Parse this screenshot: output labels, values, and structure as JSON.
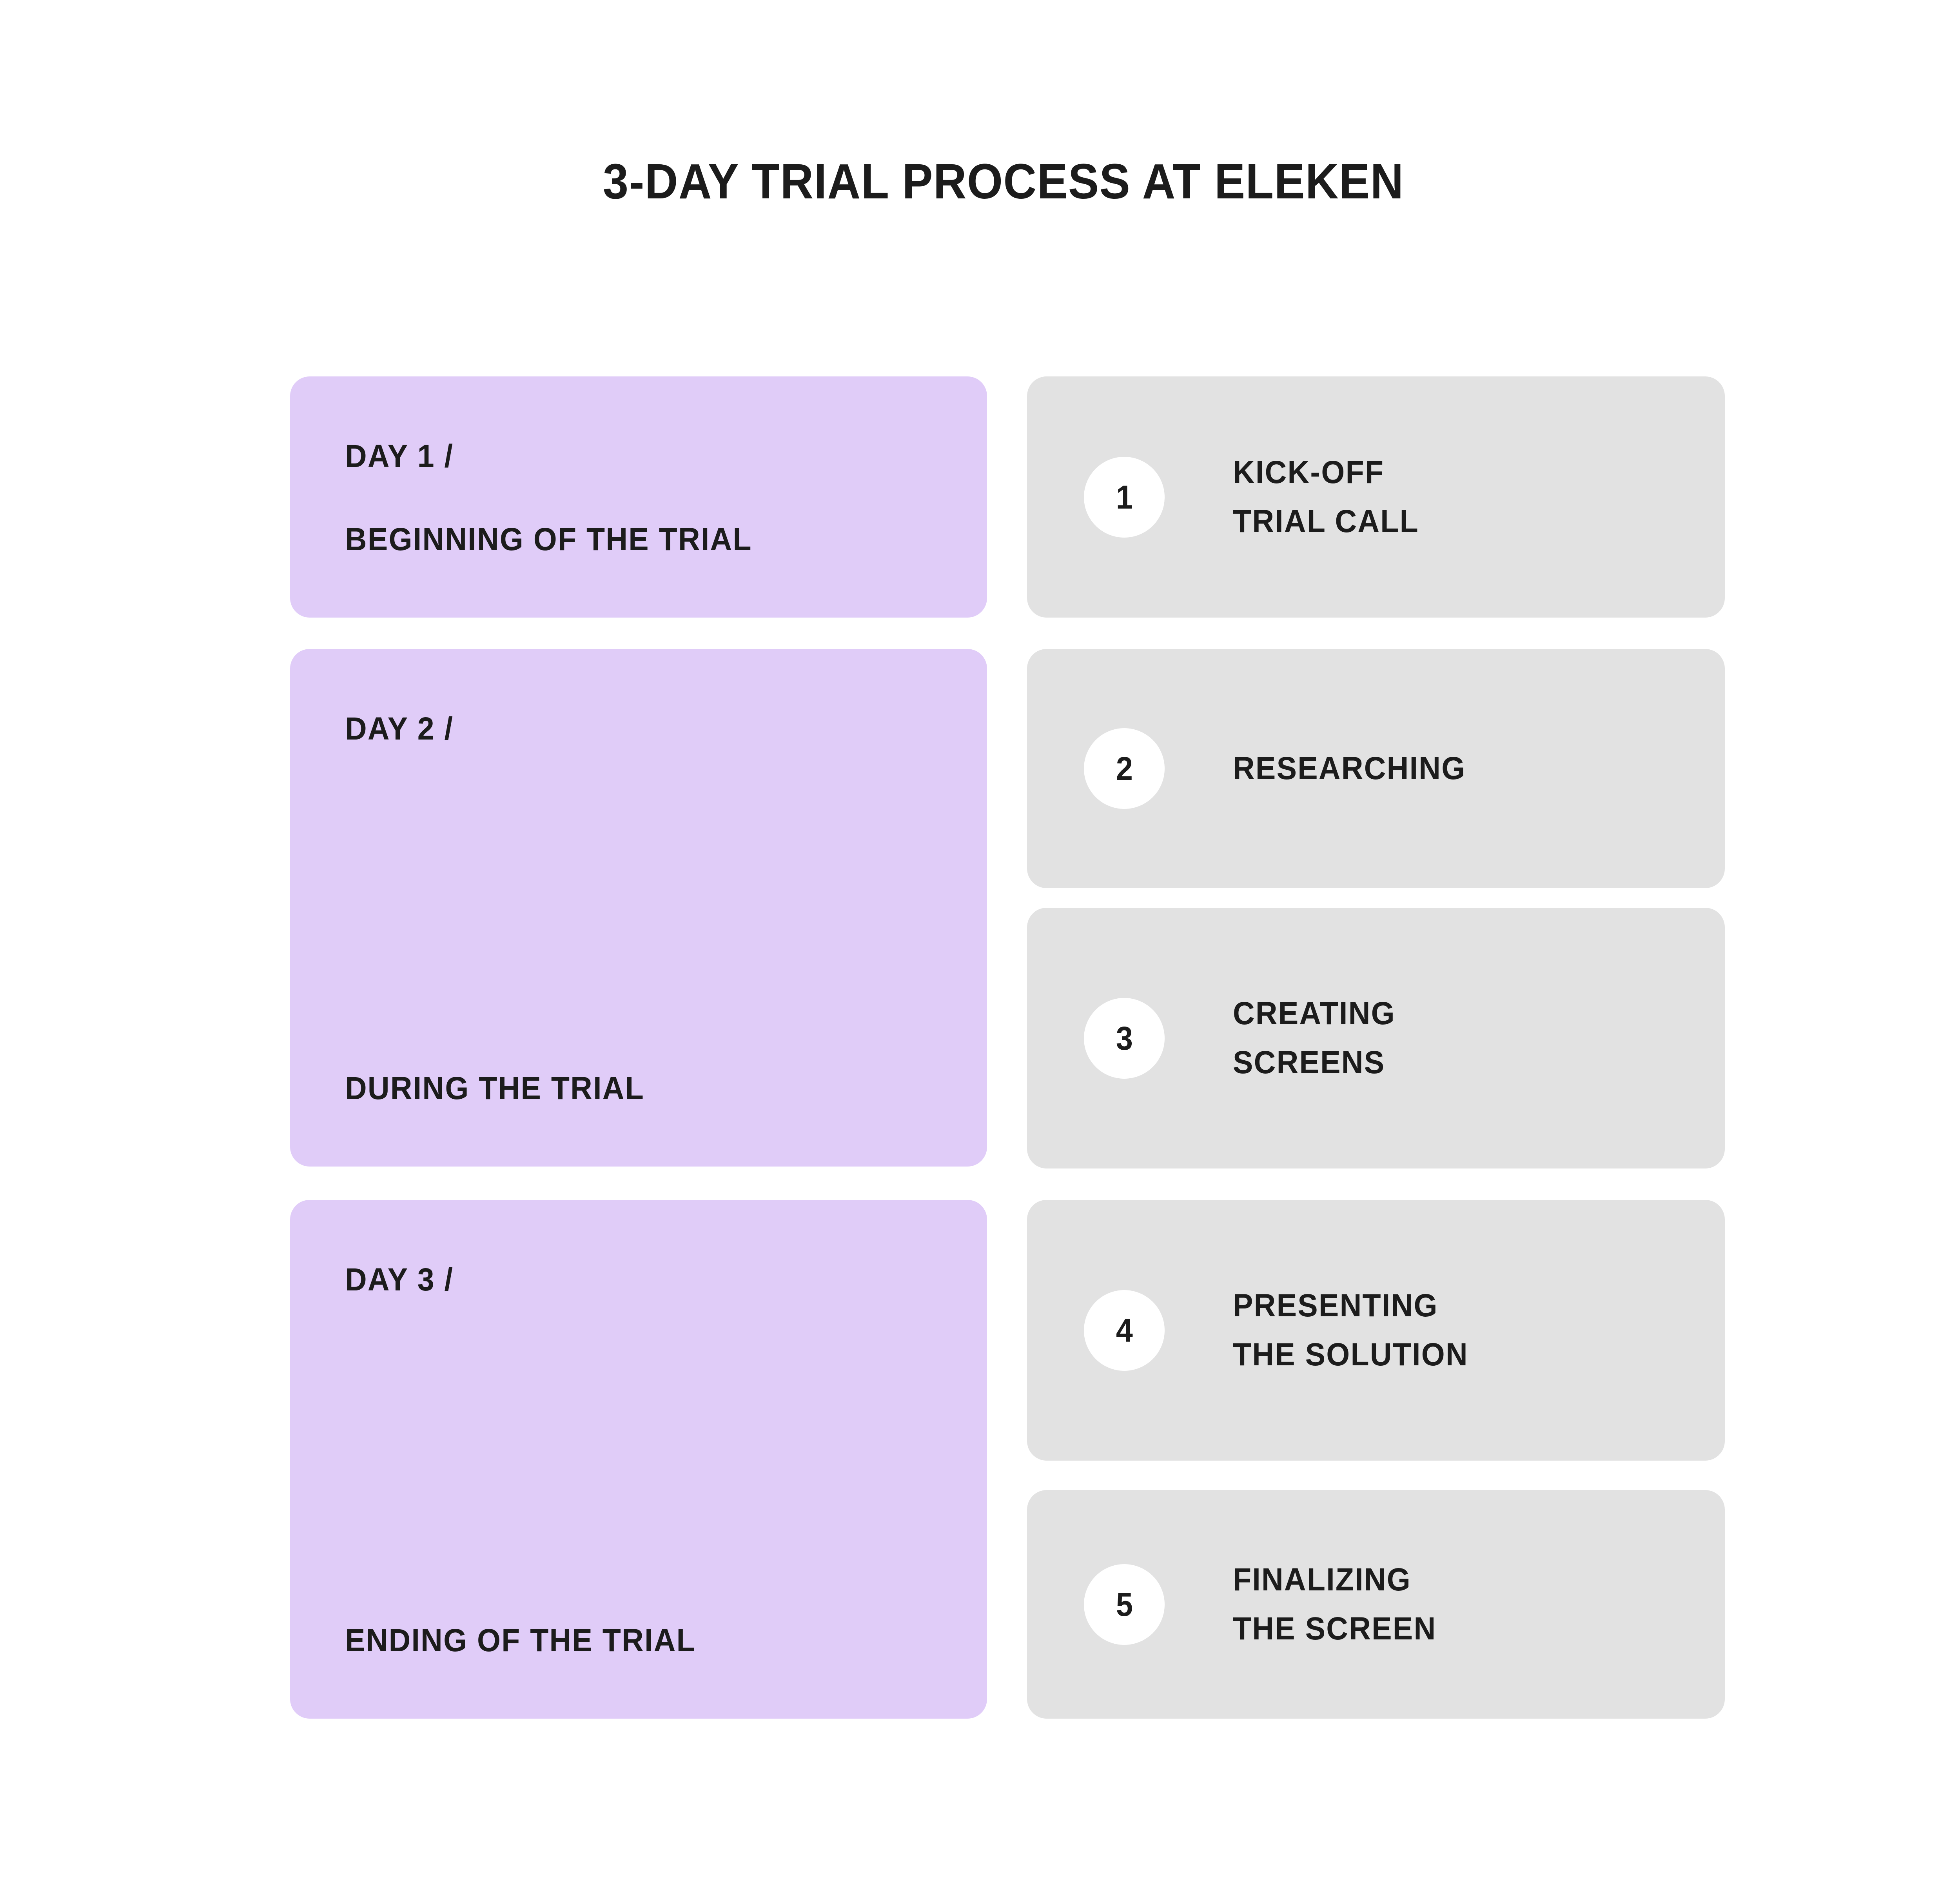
{
  "title": "3-DAY TRIAL PROCESS AT ELEKEN",
  "colors": {
    "background": "#FFFFFF",
    "day_card": "#E0CCF8",
    "step_card": "#E2E2E2",
    "badge": "#FFFFFF",
    "text": "#1C1C1C"
  },
  "days": [
    {
      "label": "DAY 1 /",
      "phase": "BEGINNING OF THE TRIAL"
    },
    {
      "label": "DAY 2 /",
      "phase": "DURING THE TRIAL"
    },
    {
      "label": "DAY 3 /",
      "phase": "ENDING OF THE TRIAL"
    }
  ],
  "steps": [
    {
      "number": "1",
      "line1": "KICK-OFF",
      "line2": "TRIAL CALL"
    },
    {
      "number": "2",
      "line1": "RESEARCHING",
      "line2": ""
    },
    {
      "number": "3",
      "line1": "CREATING",
      "line2": "SCREENS"
    },
    {
      "number": "4",
      "line1": "PRESENTING",
      "line2": "THE SOLUTION"
    },
    {
      "number": "5",
      "line1": "FINALIZING",
      "line2": "THE SCREEN"
    }
  ]
}
